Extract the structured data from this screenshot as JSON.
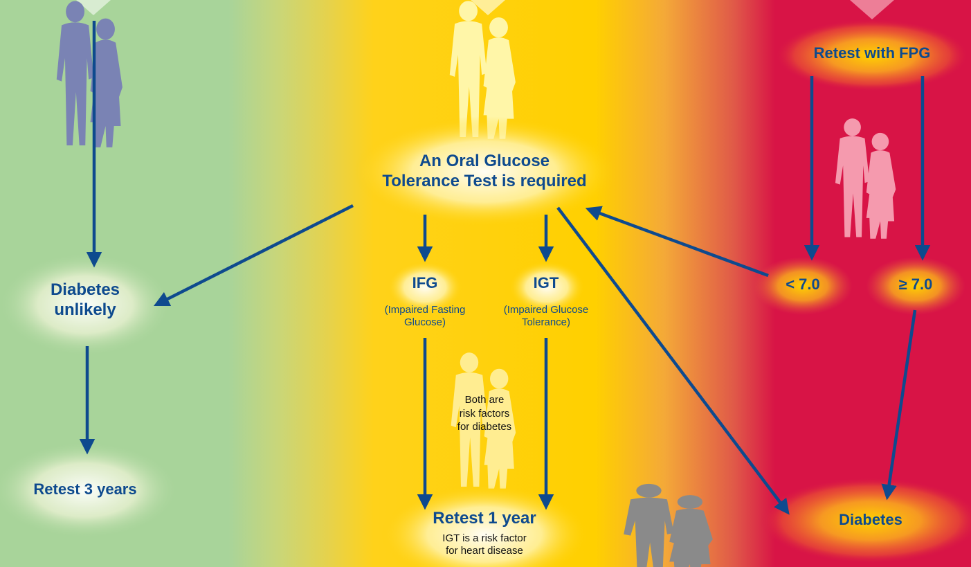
{
  "nodes": {
    "retest_fpg": "Retest with FPG",
    "ogtt_line1": "An Oral Glucose",
    "ogtt_line2": "Tolerance Test is required",
    "diabetes_unlikely_line1": "Diabetes",
    "diabetes_unlikely_line2": "unlikely",
    "retest_3_years": "Retest 3 years",
    "ifg": "IFG",
    "ifg_desc_line1": "(Impaired Fasting",
    "ifg_desc_line2": "Glucose)",
    "igt": "IGT",
    "igt_desc_line1": "(Impaired Glucose",
    "igt_desc_line2": "Tolerance)",
    "both_line1": "Both are",
    "both_line2": "risk factors",
    "both_line3": "for diabetes",
    "retest_1_year": "Retest 1 year",
    "igt_heart_line1": "IGT is a risk factor",
    "igt_heart_line2": "for heart disease",
    "lt_7": "< 7.0",
    "ge_7": "≥ 7.0",
    "diabetes": "Diabetes"
  },
  "colors": {
    "text": "#0e4a8e",
    "arrow": "#0e4a8e",
    "zone_green": "#a8d49a",
    "zone_yellow": "#ffd000",
    "zone_red": "#d81446",
    "silhouette_green": "#7a83b4",
    "silhouette_yellow": "#fff6a8",
    "silhouette_red": "#f59aae",
    "silhouette_gray": "#8a8a8a"
  }
}
